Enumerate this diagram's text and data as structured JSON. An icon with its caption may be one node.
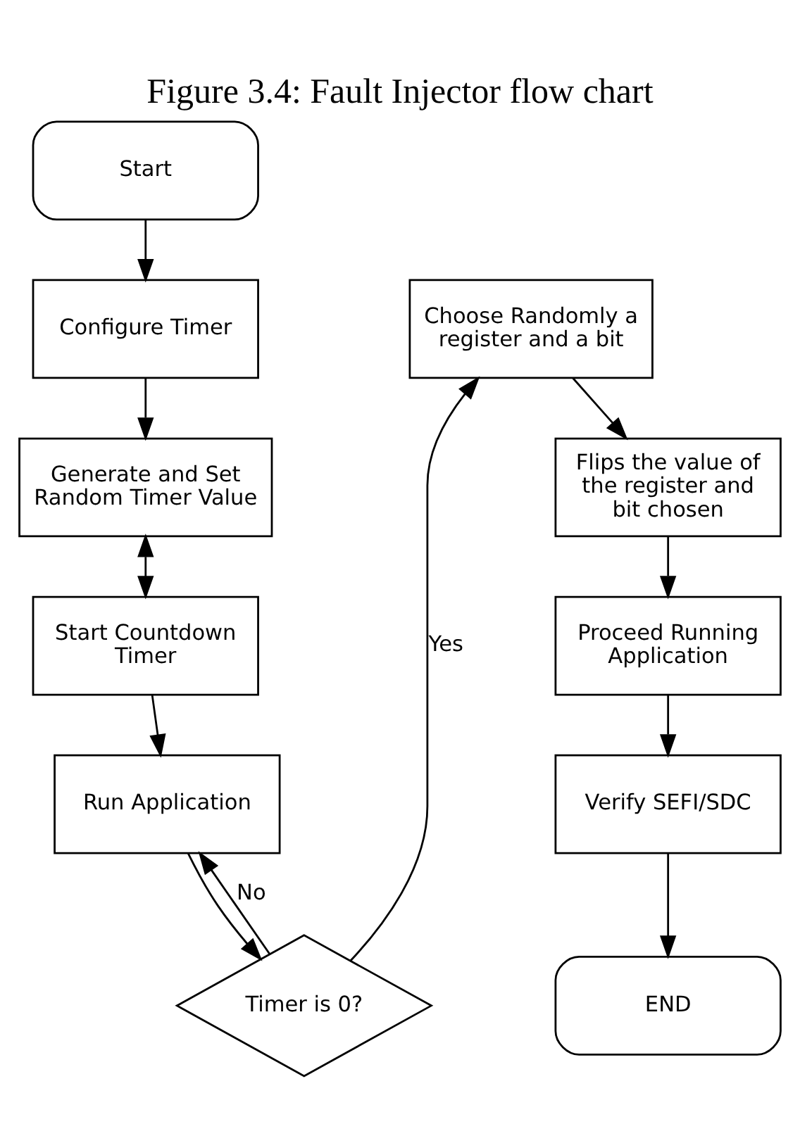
{
  "diagram": {
    "title": "Figure 3.4: Fault Injector flow chart",
    "nodes": [
      {
        "text": [
          "Start"
        ]
      },
      {
        "text": [
          "Configure Timer"
        ]
      },
      {
        "text": [
          "Generate and Set Random Timer Value"
        ]
      },
      {
        "text": [
          "Start Countdown Timer"
        ]
      },
      {
        "text": [
          "Run Application"
        ]
      },
      {
        "text": [
          "Timer is 0?"
        ]
      },
      {
        "text": [
          "Choose Randomly a register and a bit"
        ]
      },
      {
        "text": [
          "Flips the value of the register and bit chosen"
        ]
      },
      {
        "text": [
          "Proceed Running Application"
        ]
      },
      {
        "text": [
          "Verify SEFI/SDC"
        ]
      },
      {
        "text": [
          "END"
        ]
      }
    ],
    "edges": [
      {
        "from": 0,
        "to": 1,
        "arrow": "to"
      },
      {
        "from": 1,
        "to": 2,
        "arrow": "to"
      },
      {
        "from": 2,
        "to": 3,
        "arrow": "both"
      },
      {
        "from": 3,
        "to": 4,
        "arrow": "to"
      },
      {
        "from": 4,
        "to": 5,
        "arrow": "to"
      },
      {
        "from": 5,
        "to": 4,
        "arrow": "to",
        "label": "No"
      },
      {
        "from": 5,
        "to": 6,
        "arrow": "to",
        "label": "Yes"
      },
      {
        "from": 6,
        "to": 7,
        "arrow": "to"
      },
      {
        "from": 7,
        "to": 8,
        "arrow": "to"
      },
      {
        "from": 8,
        "to": 9,
        "arrow": "to"
      },
      {
        "from": 9,
        "to": 10,
        "arrow": "to"
      }
    ]
  }
}
